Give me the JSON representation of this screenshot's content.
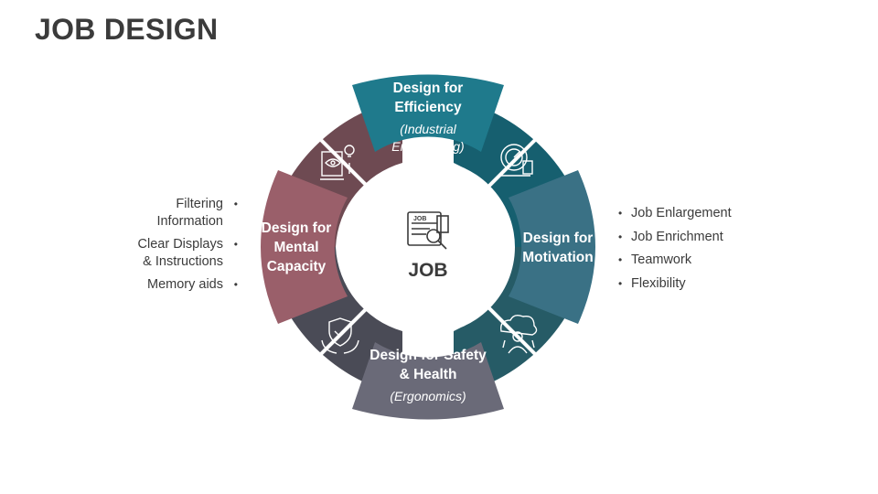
{
  "title": "JOB DESIGN",
  "center": {
    "label": "JOB",
    "icon": "job-document-search-icon"
  },
  "segments": [
    {
      "title": "Design for Efficiency",
      "subtitle": "(Industrial Engineering)",
      "color": "#1f7a8c",
      "icon": "gear-gauge-icon",
      "icon_color": "#165f6f"
    },
    {
      "title": "Design for Motivation",
      "subtitle": "",
      "color": "#3a7185",
      "icon": "cloud-person-icon",
      "icon_color": "#265b66"
    },
    {
      "title": "Design for Safety & Health",
      "subtitle": "(Ergonomics)",
      "color": "#6a6a78",
      "icon": "shield-hands-icon",
      "icon_color": "#4a4b56"
    },
    {
      "title": "Design for Mental Capacity",
      "subtitle": "",
      "color": "#9a5f6a",
      "icon": "idea-document-eye-icon",
      "icon_color": "#6e4a52"
    }
  ],
  "motivation_points": [
    "Job Enlargement",
    "Job Enrichment",
    "Teamwork",
    "Flexibility"
  ],
  "mental_capacity_points": [
    "Filtering\nInformation",
    "Clear Displays\n& Instructions",
    "Memory aids"
  ]
}
